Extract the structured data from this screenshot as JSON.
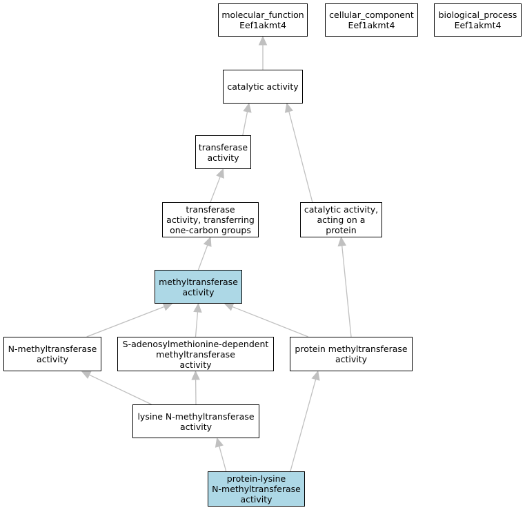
{
  "colors": {
    "highlight": "#add8e6",
    "node_fill": "#ffffff",
    "node_border": "#000000",
    "edge": "#c0c0c0"
  },
  "nodes": [
    {
      "id": "mf",
      "label": "molecular_function\nEef1akmt4",
      "highlight": false
    },
    {
      "id": "cc",
      "label": "cellular_component\nEef1akmt4",
      "highlight": false
    },
    {
      "id": "bp",
      "label": "biological_process\nEef1akmt4",
      "highlight": false
    },
    {
      "id": "cat",
      "label": "catalytic activity",
      "highlight": false
    },
    {
      "id": "trans",
      "label": "transferase\nactivity",
      "highlight": false
    },
    {
      "id": "trans1c",
      "label": "transferase\nactivity, transferring\none-carbon groups",
      "highlight": false
    },
    {
      "id": "catprot",
      "label": "catalytic activity,\nacting on a\nprotein",
      "highlight": false
    },
    {
      "id": "mt",
      "label": "methyltransferase\nactivity",
      "highlight": true
    },
    {
      "id": "nmt",
      "label": "N-methyltransferase\nactivity",
      "highlight": false
    },
    {
      "id": "sam",
      "label": "S-adenosylmethionine-dependent\nmethyltransferase\nactivity",
      "highlight": false
    },
    {
      "id": "pmt",
      "label": "protein methyltransferase\nactivity",
      "highlight": false
    },
    {
      "id": "lys",
      "label": "lysine N-methyltransferase\nactivity",
      "highlight": false
    },
    {
      "id": "plys",
      "label": "protein-lysine\nN-methyltransferase\nactivity",
      "highlight": true
    }
  ],
  "edges": [
    {
      "from": "cat",
      "to": "mf"
    },
    {
      "from": "trans",
      "to": "cat"
    },
    {
      "from": "catprot",
      "to": "cat"
    },
    {
      "from": "trans1c",
      "to": "trans"
    },
    {
      "from": "mt",
      "to": "trans1c"
    },
    {
      "from": "nmt",
      "to": "mt"
    },
    {
      "from": "sam",
      "to": "mt"
    },
    {
      "from": "pmt",
      "to": "mt"
    },
    {
      "from": "pmt",
      "to": "catprot"
    },
    {
      "from": "lys",
      "to": "nmt"
    },
    {
      "from": "lys",
      "to": "sam"
    },
    {
      "from": "plys",
      "to": "lys"
    },
    {
      "from": "plys",
      "to": "pmt"
    }
  ]
}
